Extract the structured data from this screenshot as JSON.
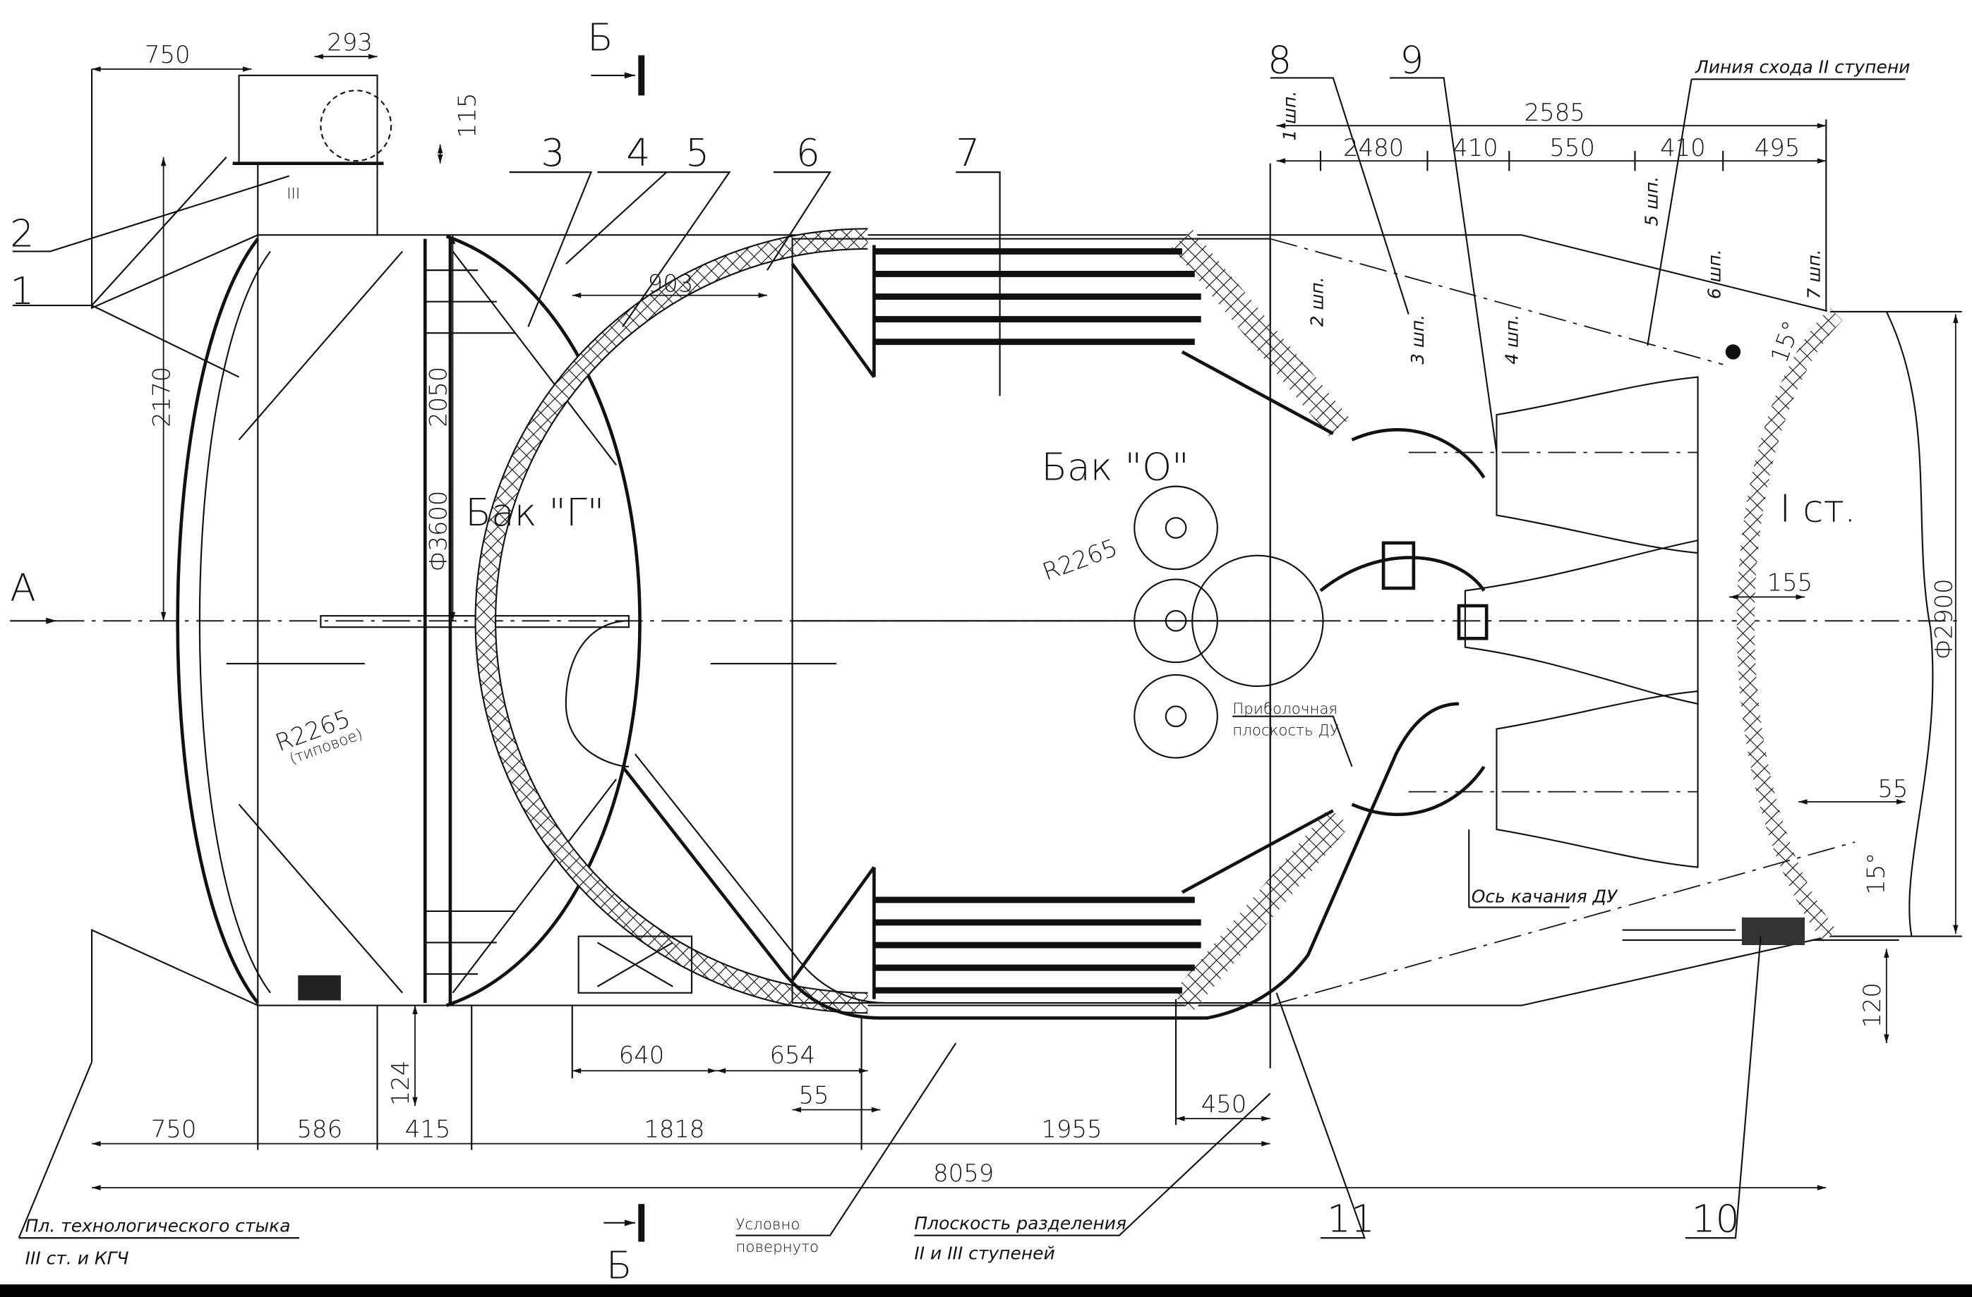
{
  "callouts": [
    "1",
    "2",
    "3",
    "4",
    "5",
    "6",
    "7",
    "8",
    "9",
    "10",
    "11"
  ],
  "section_marks": {
    "top": "Б",
    "bottom": "Б",
    "view": "A"
  },
  "labels": {
    "tank_g": "Бак \"Г\"",
    "tank_o": "Бак \"О\"",
    "stage_one": "I ст.",
    "roman_small": "III",
    "typical": "(типовое)"
  },
  "frames": [
    "1 шп.",
    "2 шп.",
    "3 шп.",
    "4 шп.",
    "5 шп.",
    "6 шп.",
    "7 шп."
  ],
  "dims": {
    "top_750": "750",
    "d293": "293",
    "d115": "115",
    "d903": "903",
    "d2170": "2170",
    "d2050": "2050",
    "dia3600": "Ф3600",
    "d2585": "2585",
    "d2480": "2480",
    "d410a": "410",
    "d550": "550",
    "d410b": "410",
    "d495": "495",
    "angle_top": "15°",
    "d155": "155",
    "dia2900": "Ф2900",
    "d55_right": "55",
    "angle_bottom": "15°",
    "d120": "120",
    "d124": "124",
    "d640": "640",
    "d654": "654",
    "d55_bottom": "55",
    "d450": "450",
    "b750": "750",
    "b586": "586",
    "b415": "415",
    "b1818": "1818",
    "b1955": "1955",
    "total": "8059",
    "r_o": "R2265",
    "r_g": "R2265"
  },
  "notes": {
    "stage2_exit_line": "Линия схода II ступени",
    "mount_plane_1": "Приболочная",
    "mount_plane_2": "плоскость ДУ",
    "swing_axis": "Ось качания ДУ",
    "tech_joint_1": "Пл. технологического стыка",
    "tech_joint_2": "III ст. и КГЧ",
    "rotated_1": "Условно",
    "rotated_2": "повернуто",
    "separation_1": "Плоскость разделения",
    "separation_2": "II и III ступеней"
  }
}
